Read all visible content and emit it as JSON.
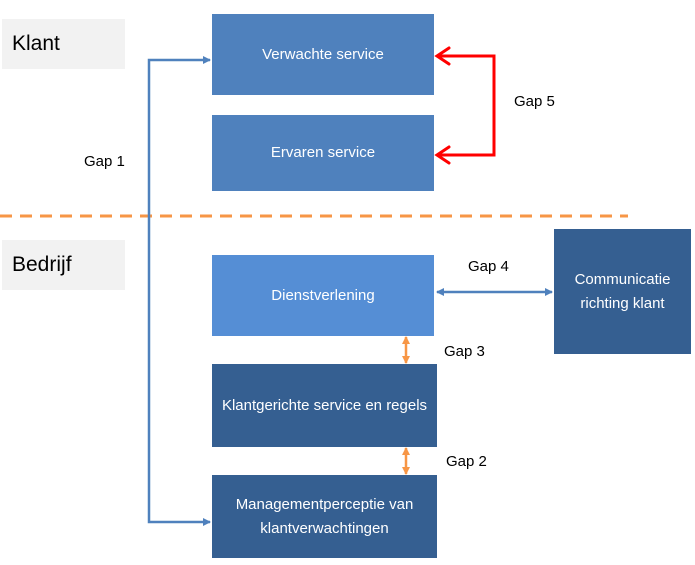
{
  "sections": {
    "customer": "Klant",
    "company": "Bedrijf"
  },
  "boxes": {
    "expected_service": "Verwachte service",
    "perceived_service": "Ervaren service",
    "service_delivery": "Dienstverlening",
    "communication": "Communicatie richting klant",
    "service_standards": "Klantgerichte service en regels",
    "management_perception": "Managementperceptie van klantverwachtingen"
  },
  "gaps": {
    "gap1": "Gap 1",
    "gap2": "Gap 2",
    "gap3": "Gap 3",
    "gap4": "Gap 4",
    "gap5": "Gap 5"
  },
  "colors": {
    "box_mid_blue": "#4f81bd",
    "box_light_blue": "#558ed5",
    "box_dark_blue": "#355f91",
    "gap1_connector": "#4f81bd",
    "gap2_gap3_connector": "#f79646",
    "gap4_connector": "#4f81bd",
    "gap5_connector": "#ff0000",
    "divider_dashed": "#f79646",
    "section_label_bg": "#f2f2f2"
  }
}
